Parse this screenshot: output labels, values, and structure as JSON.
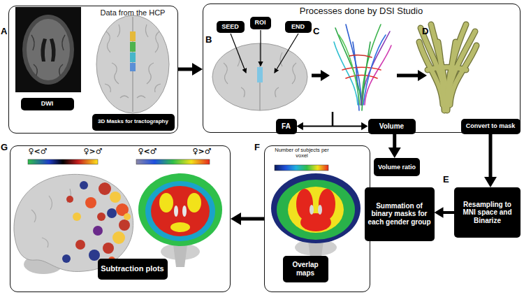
{
  "diagram": {
    "nodes": [
      {
        "text": [
          "Data from the HCP"
        ]
      },
      {
        "text": [
          "DWI"
        ],
        "in": 0
      },
      {
        "text": [
          "3D Masks for tractography"
        ],
        "in": 0
      },
      {
        "text": [
          "Processes done by DSI Studio"
        ]
      },
      {
        "text": [
          "SEED"
        ],
        "in": 3
      },
      {
        "text": [
          "ROI"
        ],
        "in": 3
      },
      {
        "text": [
          "END"
        ],
        "in": 3
      },
      {
        "text": [
          "FA"
        ],
        "in": 3
      },
      {
        "text": [
          "Volume"
        ],
        "in": 3
      },
      {
        "text": [
          "Convert to mask"
        ],
        "in": 3
      },
      {
        "text": [
          "Volume ratio"
        ]
      },
      {
        "text": [
          "Resampling to MNI space and Binarize"
        ]
      },
      {
        "text": [
          "Number of subjects per voxel"
        ]
      },
      {
        "text": [
          "Summation of binary masks for each gender group"
        ],
        "in": 12
      },
      {
        "text": [
          "Overlap maps"
        ],
        "in": 12
      },
      {
        "text": [
          "♀<♂",
          "♀>♂"
        ]
      },
      {
        "text": [
          "Subtraction plots"
        ],
        "in": 15
      }
    ],
    "edges": [
      {
        "from": 0,
        "to": 3,
        "arrow": "to"
      },
      {
        "from": 7,
        "to": 8,
        "arrow": "both"
      },
      {
        "from": 8,
        "to": 10,
        "arrow": "to"
      },
      {
        "from": 9,
        "to": 11,
        "arrow": "to"
      },
      {
        "from": 11,
        "to": 13,
        "arrow": "to"
      },
      {
        "from": 12,
        "to": 15,
        "arrow": "to"
      }
    ],
    "labels": [
      "A",
      "B",
      "C",
      "D",
      "E",
      "F",
      "G",
      "♀<♂",
      "♀>♂"
    ]
  }
}
